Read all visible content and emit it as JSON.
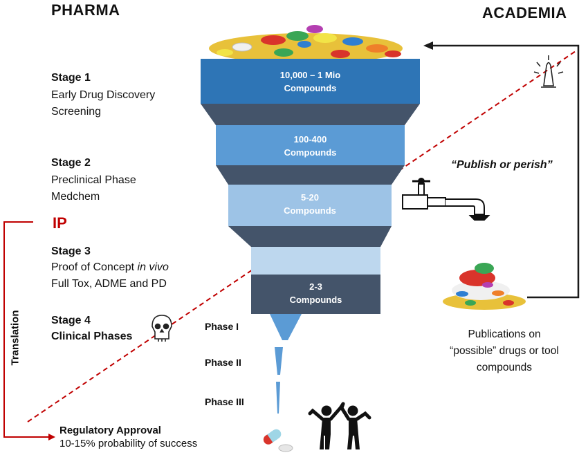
{
  "headers": {
    "pharma": "PHARMA",
    "academia": "ACADEMIA"
  },
  "stages": [
    {
      "title": "Stage 1",
      "lines": [
        "Early Drug Discovery",
        "Screening"
      ]
    },
    {
      "title": "Stage 2",
      "lines": [
        "Preclinical Phase",
        "Medchem"
      ]
    },
    {
      "title": "Stage 3",
      "line1_prefix": "Proof of Concept ",
      "line1_italic": "in vivo",
      "line2": "Full Tox, ADME and PD"
    },
    {
      "title": "Stage 4",
      "lines": [
        "Clinical Phases"
      ]
    }
  ],
  "ip_label": "IP",
  "translation_label": "Translation",
  "funnel": [
    {
      "line1": "10,000 – 1 Mio",
      "line2": "Compounds"
    },
    {
      "line1": "100-400",
      "line2": "Compounds"
    },
    {
      "line1": "5-20",
      "line2": "Compounds"
    },
    {
      "line1": "2-3",
      "line2": "Compounds"
    }
  ],
  "phases": [
    "Phase I",
    "Phase II",
    "Phase III"
  ],
  "publish_label": "“Publish or perish”",
  "publications": [
    "Publications on",
    "“possible” drugs or tool compounds"
  ],
  "approval": {
    "title": "Regulatory Approval",
    "subtitle": "10-15% probability of success"
  },
  "colors": {
    "box1": "#2e75b6",
    "box2": "#5b9bd5",
    "box3": "#9dc3e6",
    "box4": "#44546a",
    "funnel_dark": "#44546a",
    "cone": "#5b9bd5",
    "ip_red": "#c00000",
    "feedback_line": "#1a1a1a",
    "dashed": "#c00000"
  },
  "icons": [
    "pill-pile-icon",
    "praying-hands-icon",
    "faucet-icon",
    "skull-icon",
    "pill-capsule-icon",
    "celebrating-people-icon"
  ]
}
